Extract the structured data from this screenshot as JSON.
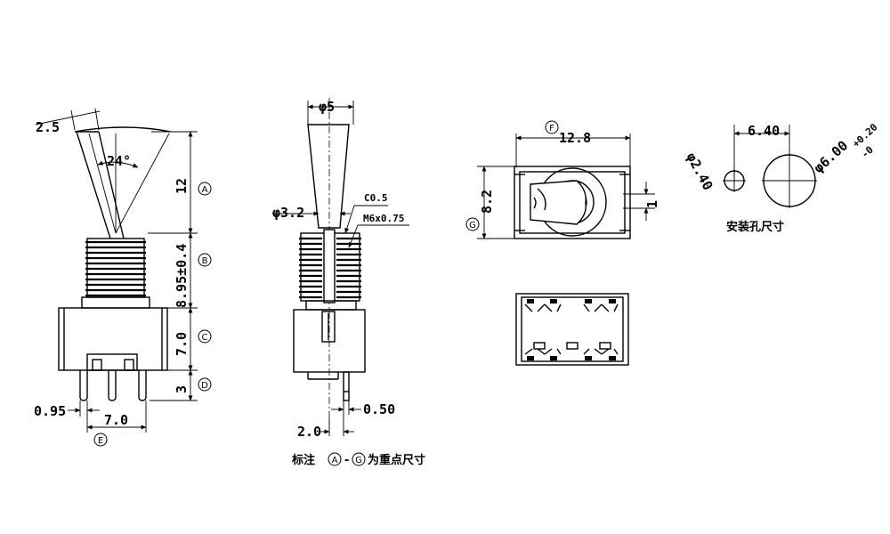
{
  "front_view": {
    "lever_offset": "2.5",
    "angle": "24°",
    "dim_a": "12",
    "dim_b": "8.95±0.4",
    "dim_c": "7.0",
    "dim_d": "3",
    "pin_width": "0.95",
    "pin_pitch": "7.0",
    "marker_a": "A",
    "marker_b": "B",
    "marker_c": "C",
    "marker_d": "D",
    "marker_e": "E"
  },
  "side_view": {
    "tip_dia": "φ5",
    "lever_dia": "φ3.2",
    "chamfer": "C0.5",
    "thread": "M6x0.75",
    "pin_thickness": "0.50",
    "pin_offset": "2.0",
    "note_prefix": "标注",
    "note_a": "A",
    "note_dash": "-",
    "note_g": "G",
    "note_suffix": "为重点尺寸"
  },
  "top_view": {
    "length": "12.8",
    "width": "8.2",
    "slot": "1",
    "marker_f": "F",
    "marker_g": "G"
  },
  "mounting_hole": {
    "spacing": "6.40",
    "small_dia": "φ2.40",
    "large_dia": "φ6.00",
    "tol_upper": "+0.20",
    "tol_lower": "-0",
    "title": "安装孔尺寸"
  }
}
